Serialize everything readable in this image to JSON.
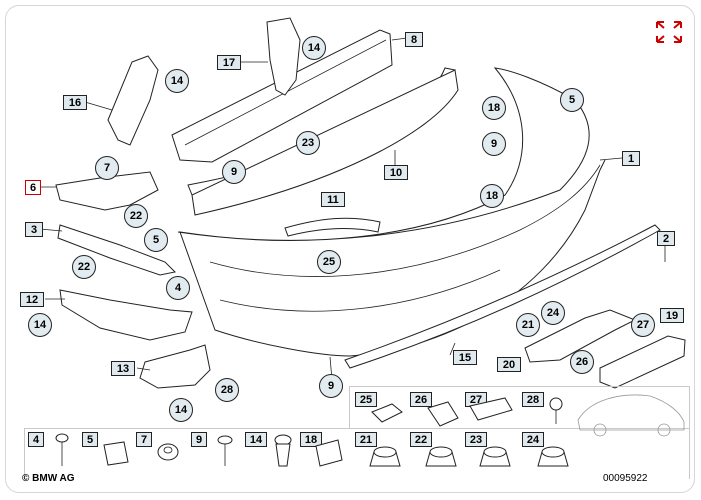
{
  "callouts": {
    "c1": "1",
    "c2": "2",
    "c3": "3",
    "c4": "4",
    "c5": "5",
    "c6": "6",
    "c7": "7",
    "c8": "8",
    "c9": "9",
    "c10": "10",
    "c11": "11",
    "c12": "12",
    "c13": "13",
    "c14": "14",
    "c15": "15",
    "c16": "16",
    "c17": "17",
    "c18": "18",
    "c19": "19",
    "c20": "20",
    "c21": "21",
    "c22": "22",
    "c23": "23",
    "c24": "24",
    "c25": "25",
    "c26": "26",
    "c27": "27",
    "c28": "28"
  },
  "fastener_row_labels": [
    "4",
    "5",
    "7",
    "9",
    "14",
    "18",
    "21",
    "22",
    "23",
    "24"
  ],
  "fastener_row_top_labels": [
    "25",
    "26",
    "27",
    "28"
  ],
  "footer": {
    "brand": "© BMW AG",
    "drawing_number": "00095922"
  },
  "colors": {
    "label_fill": "#dfe9ee",
    "accent_red": "#cc0000"
  },
  "icons": {
    "expand": "expand-arrows-icon",
    "brand": "bmw-logo-icon"
  }
}
